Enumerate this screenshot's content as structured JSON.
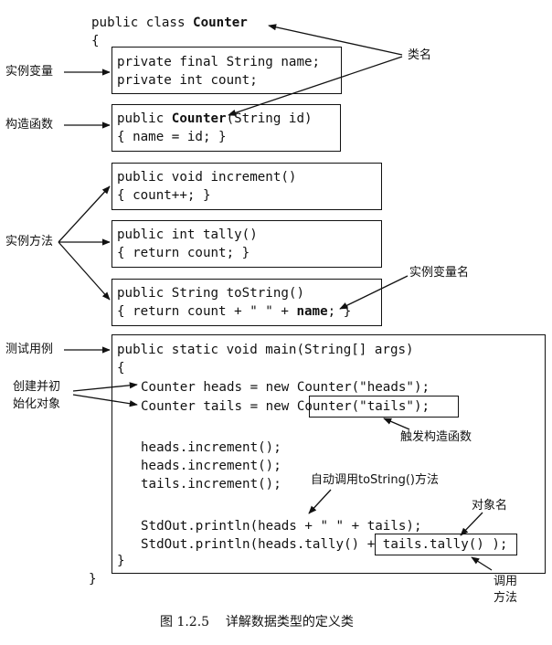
{
  "code": {
    "class_decl_prefix": "public class ",
    "class_name": "Counter",
    "open_brace": "{",
    "field_1": "private final String name;",
    "field_2": "private int count;",
    "ctor_prefix": "public ",
    "ctor_name": "Counter",
    "ctor_suffix": "(String id)",
    "ctor_body": "{ name = id; }",
    "increment_sig": "public void increment()",
    "increment_body": "{ count++; }",
    "tally_sig": "public int tally()",
    "tally_body": "{ return count; }",
    "tostring_sig": "public String toString()",
    "tostring_body_prefix": "{ return count + \" \" + ",
    "tostring_body_bold": "name",
    "tostring_body_suffix": "; }",
    "main_sig": "public static void main(String[] args)",
    "main_open": "{",
    "heads_prefix": "Counter heads = new ",
    "heads_ctor": "Counter(\"heads\");",
    "tails_prefix": "Counter tails = new ",
    "tails_ctor": "Counter(\"tails\");",
    "inc_1": "heads.increment();",
    "inc_2": "heads.increment();",
    "inc_3": "tails.increment();",
    "print_1": "StdOut.println(heads + \" \" + tails);",
    "print_2_prefix": "StdOut.println(heads.tally() + ",
    "print_2_boxed": "tails.tally()",
    "print_2_suffix": " );",
    "main_close": "}",
    "class_close": "}"
  },
  "labels": {
    "class_name": "类名",
    "instance_vars": "实例变量",
    "constructor": "构造函数",
    "instance_methods": "实例方法",
    "instance_var_name": "实例变量名",
    "test_client": "测试用例",
    "create_init_1": "创建并初",
    "create_init_2": "始化对象",
    "invoke_ctor": "触发构造函数",
    "auto_tostring": "自动调用toString()方法",
    "object_name": "对象名",
    "invoke_method_1": "调用",
    "invoke_method_2": "方法"
  },
  "caption": {
    "figure_number": "图 1.2.5",
    "title": "详解数据类型的定义类"
  }
}
